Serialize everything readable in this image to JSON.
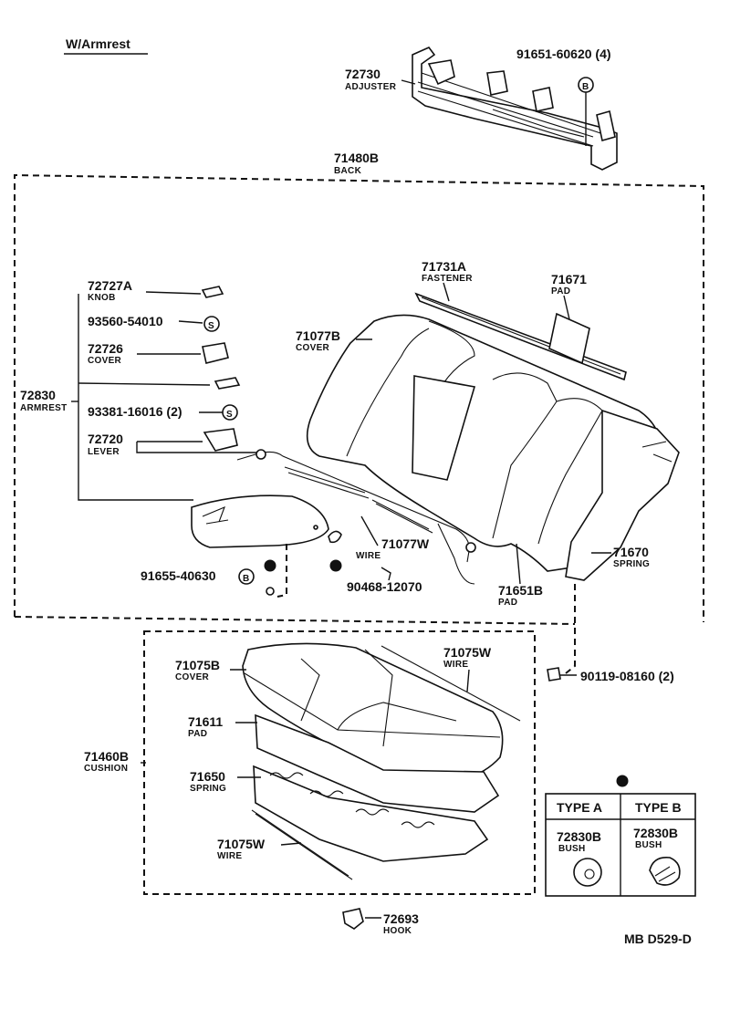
{
  "header": {
    "variant": "W/Armrest"
  },
  "diagram_code": "MB D529-D",
  "adjuster": {
    "part": "72730",
    "name": "ADJUSTER"
  },
  "adjuster_bolt": {
    "part": "91651-60620 (4)",
    "symbol": "B"
  },
  "back": {
    "part": "71480B",
    "name": "BACK"
  },
  "fastener": {
    "part": "71731A",
    "name": "FASTENER"
  },
  "back_pad_top": {
    "part": "71671",
    "name": "PAD"
  },
  "back_cover": {
    "part": "71077B",
    "name": "COVER"
  },
  "armrest": {
    "part": "72830",
    "name": "ARMREST"
  },
  "knob": {
    "part": "72727A",
    "name": "KNOB"
  },
  "screw_1": {
    "part": "93560-54010",
    "symbol": "S"
  },
  "armrest_cover": {
    "part": "72726",
    "name": "COVER"
  },
  "screw_2": {
    "part": "93381-16016 (2)",
    "symbol": "S"
  },
  "lever": {
    "part": "72720",
    "name": "LEVER"
  },
  "back_wire": {
    "part": "71077W",
    "name": "WIRE"
  },
  "clip": {
    "part": "90468-12070"
  },
  "armrest_bolt": {
    "part": "91655-40630",
    "symbol": "B"
  },
  "back_pad": {
    "part": "71651B",
    "name": "PAD"
  },
  "back_spring": {
    "part": "71670",
    "name": "SPRING"
  },
  "back_bolt": {
    "part": "90119-08160 (2)"
  },
  "cushion": {
    "part": "71460B",
    "name": "CUSHION"
  },
  "cushion_cover": {
    "part": "71075B",
    "name": "COVER"
  },
  "cushion_wire_top": {
    "part": "71075W",
    "name": "WIRE"
  },
  "cushion_pad": {
    "part": "71611",
    "name": "PAD"
  },
  "cushion_spring": {
    "part": "71650",
    "name": "SPRING"
  },
  "cushion_wire_bottom": {
    "part": "71075W",
    "name": "WIRE"
  },
  "hook": {
    "part": "72693",
    "name": "HOOK"
  },
  "bush_table": {
    "type_a": {
      "header": "TYPE A",
      "part": "72830B",
      "name": "BUSH"
    },
    "type_b": {
      "header": "TYPE B",
      "part": "72830B",
      "name": "BUSH"
    }
  }
}
